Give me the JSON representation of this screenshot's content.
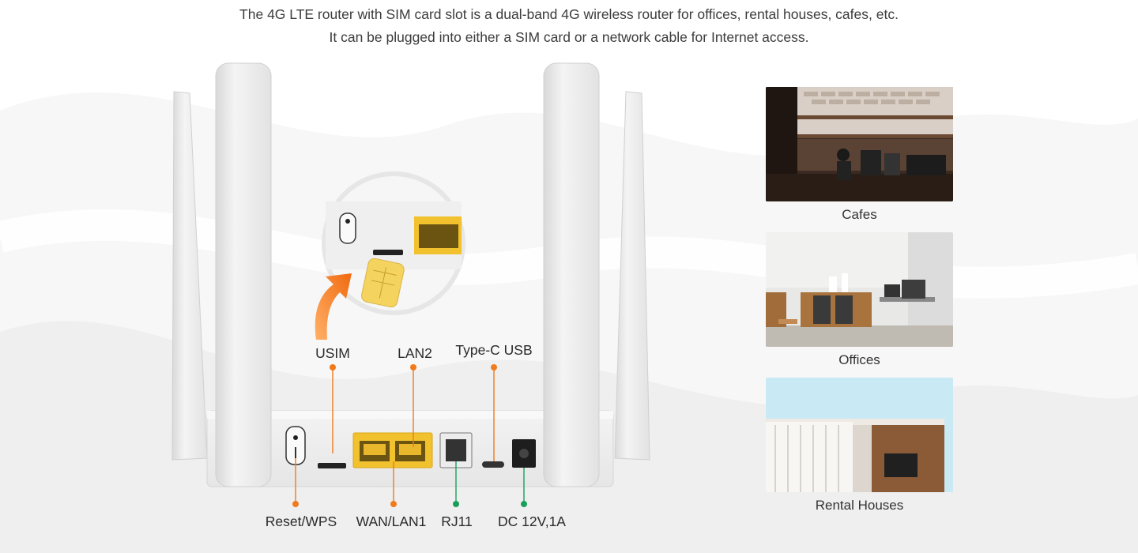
{
  "intro": {
    "line1": "The 4G LTE router with SIM card slot is a dual-band 4G wireless router for offices, rental houses, cafes, etc.",
    "line2": "It can be plugged into either a SIM card or a network cable for Internet access."
  },
  "ports_top": {
    "usim": "USIM",
    "lan2": "LAN2",
    "typec": "Type-C USB"
  },
  "ports_bottom": {
    "reset": "Reset/WPS",
    "wan": "WAN/LAN1",
    "rj11": "RJ11",
    "dc": "DC 12V,1A"
  },
  "scenes": [
    {
      "caption": "Cafes",
      "icon": "cafe-photo"
    },
    {
      "caption": "Offices",
      "icon": "office-photo"
    },
    {
      "caption": "Rental Houses",
      "icon": "rental-house-photo"
    }
  ],
  "colors": {
    "accent_orange": "#f07a1c",
    "accent_green": "#17a05a",
    "lan_yellow": "#f2c12e"
  }
}
